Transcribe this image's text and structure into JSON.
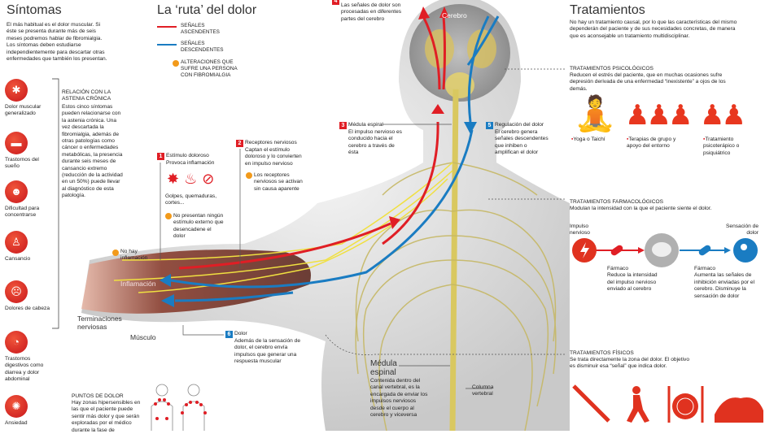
{
  "sintomas": {
    "title": "Síntomas",
    "intro": "El más habitual es el dolor muscular. Si éste se presenta durante más de seis meses podremos hablar de fibromialgia. Los síntomas deben estudiarse independientemente para descartar otras enfermedades que también los presentan.",
    "items": [
      {
        "label": "Dolor muscular generalizado",
        "icon": "muscle-pain-icon"
      },
      {
        "label": "Trastornos del sueño",
        "icon": "bed-icon"
      },
      {
        "label": "Dificultad para concentrarse",
        "icon": "head-stress-icon"
      },
      {
        "label": "Cansancio",
        "icon": "tired-person-icon"
      },
      {
        "label": "Dolores de cabeza",
        "icon": "headache-icon"
      },
      {
        "label": "Trastornos digestivos como diarrea y dolor abdominal",
        "icon": "stomach-icon"
      },
      {
        "label": "Ansiedad",
        "icon": "anxiety-icon"
      }
    ],
    "relacion_title": "RELACIÓN CON LA ASTENIA CRÓNICA",
    "relacion_text": "Estos cinco síntomas pueden relacionarse con la astenia crónica. Una vez descartada la fibromialgia, además de otras patologías como cáncer o enfermedades metabólicas, la presencia durante seis meses de cansancio extremo (reducción de la actividad en un 50%) puede llevar al diagnóstico de esta patología.",
    "puntos_title": "PUNTOS DE DOLOR",
    "puntos_text": "Hay zonas hipersensibles en las que el paciente puede sentir más dolor y que serán exploradas por el médico durante la fase de"
  },
  "ruta": {
    "title": "La ‘ruta’ del dolor",
    "legend": [
      {
        "label": "SEÑALES ASCENDENTES",
        "color": "#e01e25"
      },
      {
        "label": "SEÑALES DESCENDENTES",
        "color": "#1a7cc2"
      },
      {
        "label": "ALTERACIONES QUE SUFRE UNA PERSONA CON FIBROMIALGIA",
        "color": "#f29a1b"
      }
    ],
    "steps": [
      {
        "n": "1",
        "title": "Estímulo doloroso",
        "text": "Provoca inflamación",
        "icons_caption": "Golpes, quemaduras, cortes...",
        "alteration": "No presentan ningún estímulo externo que desencadene el dolor"
      },
      {
        "n": "2",
        "title": "Receptores nerviosos",
        "text": "Captan el estímulo doloroso y lo convierten en impulso nervioso",
        "alteration": "Los receptores nerviosos se activan sin causa aparente"
      },
      {
        "n": "3",
        "title": "Médula espiral",
        "text": "El impulso nervioso es conducido hacia el cerebro a través de ésta"
      },
      {
        "n": "4",
        "text": "Las señales de dolor son procesadas en diferentes partes del cerebro"
      },
      {
        "n": "5",
        "title": "Regulación del dolor",
        "text": "El cerebro genera señales descendentes que inhiben o amplifican el dolor"
      },
      {
        "n": "6",
        "title": "Dolor",
        "text": "Además de la sensación de dolor, el cerebro envía impulsos que generar una respuesta muscular"
      }
    ],
    "no_inflamacion": "No hay inflamación",
    "labels": {
      "cerebro": "Cerebro",
      "inflamacion": "Inflamación",
      "terminaciones": "Terminaciones nerviosas",
      "musculo": "Músculo",
      "medula_title": "Médula espinal",
      "medula_text": "Contenida dentro del canal vertebral, es la encargada de enviar los impulsos nerviosos desde el cuerpo al cerebro y viceversa",
      "columna": "Columna vertebral"
    }
  },
  "tratamientos": {
    "title": "Tratamientos",
    "intro": "No hay un tratamiento causal, por lo que las características del mismo dependerán del paciente y de sus necesidades concretas, de manera que es aconsejable un tratamiento multidisciplinar.",
    "psicologicos": {
      "title": "TRATAMIENTOS PSICOLÓGICOS",
      "text": "Reducen el estrés del paciente, que en muchas ocasiones sufre depresión derivada de una enfermedad “inexistente” a ojos de los demás.",
      "items": [
        "Yoga o Taichí",
        "Terapias de grupo y apoyo del entorno",
        "Tratamiento psicoterápico o psiquiátrico"
      ]
    },
    "farmacologicos": {
      "title": "TRATAMIENTOS FARMACOLÓGICOS",
      "text": "Modulan la intensidad con la que el paciente siente el dolor.",
      "start": "Impulso nervioso",
      "end": "Sensación de dolor",
      "farmaco1_title": "Fármaco",
      "farmaco1_text": "Reduce la intensidad del impulso nervioso enviado al cerebro",
      "farmaco2_title": "Fármaco",
      "farmaco2_text": "Aumenta las señales de inhibición enviadas por el cerebro. Disminuye la sensación de dolor"
    },
    "fisicos": {
      "title": "TRATAMIENTOS FÍSICOS",
      "text": "Se trata directamente la zona del dolor. El objetivo es disminuir esa “señal” que indica dolor."
    }
  }
}
